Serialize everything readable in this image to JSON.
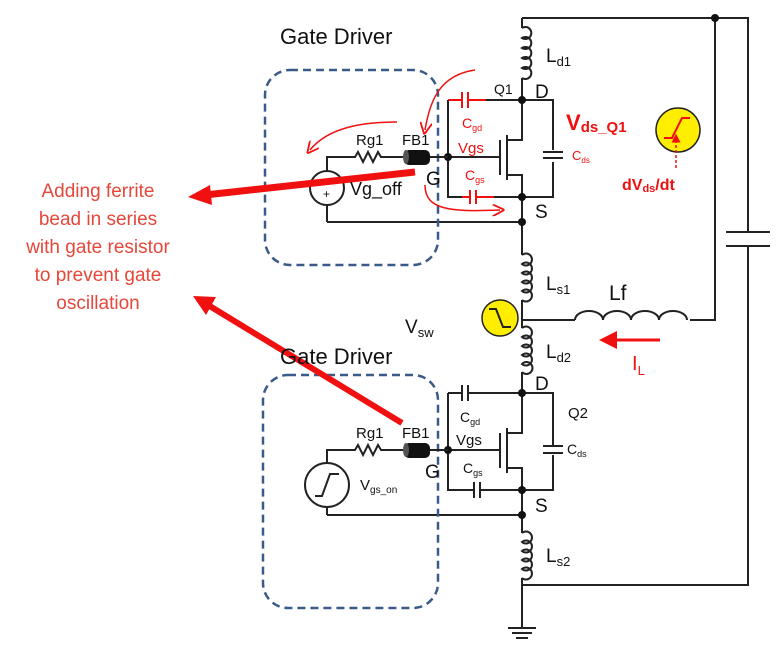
{
  "annotation": {
    "lines": [
      "Adding ferrite",
      "bead in series",
      "with gate resistor",
      "to prevent gate",
      "oscillation"
    ]
  },
  "top_driver": {
    "title": "Gate Driver",
    "resistor": "Rg1",
    "bead": "FB1",
    "gate": "G",
    "source": "Vg_off",
    "source_sign": "+"
  },
  "bottom_driver": {
    "title": "Gate Driver",
    "resistor": "Rg1",
    "bead": "FB1",
    "gate": "G",
    "source_main": "V",
    "source_sub": "gs_on"
  },
  "q1": {
    "name": "Q1",
    "drain": "D",
    "source": "S",
    "vgs": "Vgs",
    "cgd": "C",
    "cgd_sub": "gd",
    "cgs": "C",
    "cgs_sub": "gs",
    "cds": "C",
    "cds_sub": "ds"
  },
  "q2": {
    "name": "Q2",
    "drain": "D",
    "source": "S",
    "vgs": "Vgs",
    "cgd": "C",
    "cgd_sub": "gd",
    "cgs": "C",
    "cgs_sub": "gs",
    "cds": "C",
    "cds_sub": "ds"
  },
  "inductors": {
    "ld1": {
      "main": "L",
      "sub": "d1"
    },
    "ls1": {
      "main": "L",
      "sub": "s1"
    },
    "ld2": {
      "main": "L",
      "sub": "d2"
    },
    "ls2": {
      "main": "L",
      "sub": "s2"
    },
    "lf": "Lf"
  },
  "labels": {
    "vds_main": "V",
    "vds_sub": "ds_Q1",
    "dvdt_main": "dV",
    "dvdt_sub": "ds",
    "dvdt_tail": "/dt",
    "vsw_main": "V",
    "vsw_sub": "sw",
    "il_main": "I",
    "il_sub": "L"
  },
  "colors": {
    "annotation": "#e5473a",
    "highlight": "#f01010",
    "waveform_bg": "#ffee00",
    "driver_box": "#3a5a8a"
  }
}
